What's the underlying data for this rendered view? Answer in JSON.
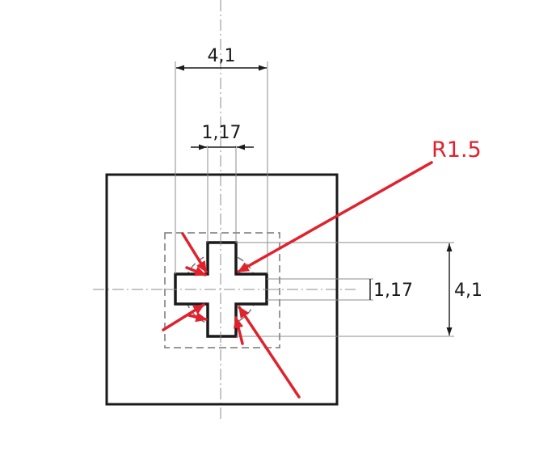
{
  "dimensions": {
    "top_outer_width": "4,1",
    "top_slot_width": "1,17",
    "right_slot_height": "1,17",
    "right_outer_height": "4,1"
  },
  "annotation": {
    "radius_label": "R1.5"
  },
  "colors": {
    "line": "#1a1a1a",
    "dim_line": "#8c8c8c",
    "hidden_line": "#777777",
    "annotation": "#e0222d"
  }
}
